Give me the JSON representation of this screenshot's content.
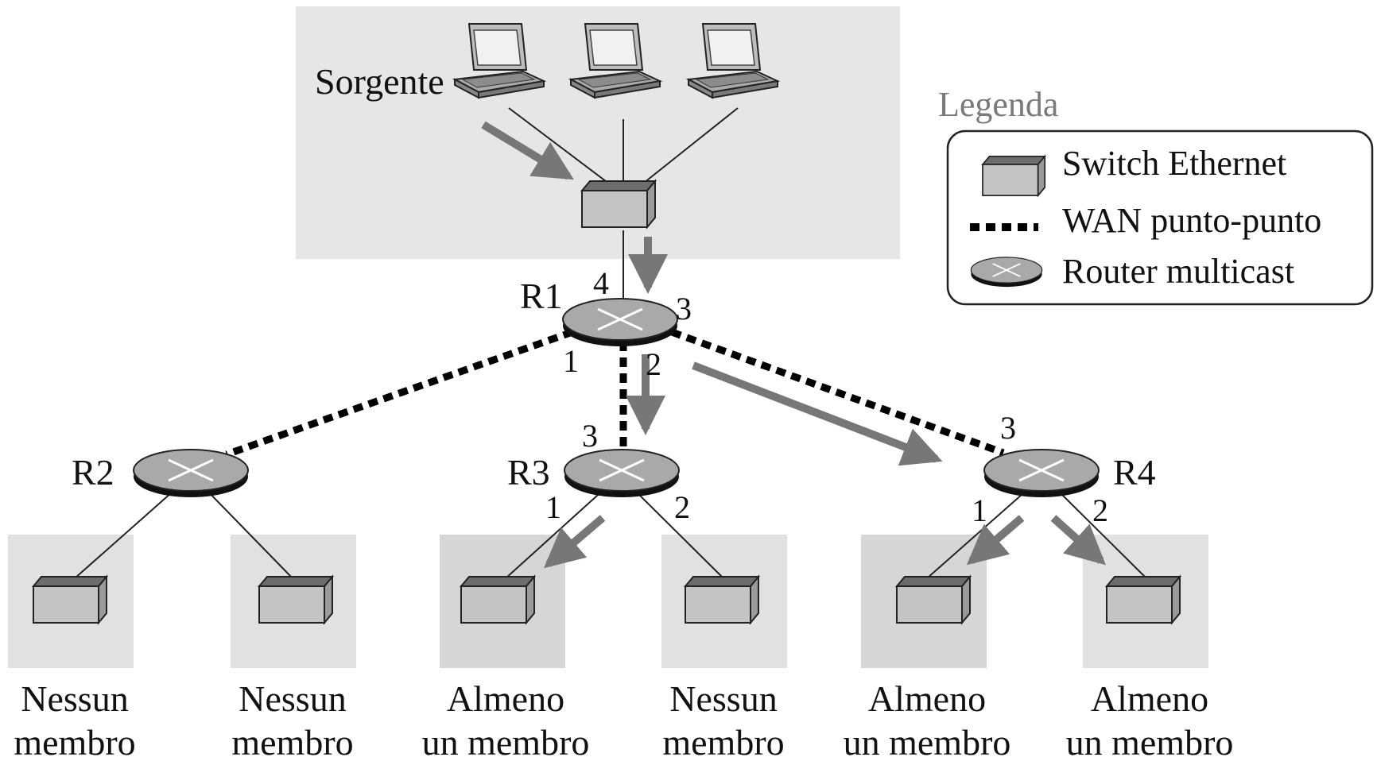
{
  "source": {
    "label": "Sorgente"
  },
  "routers": {
    "r1": {
      "label": "R1",
      "ports": [
        "1",
        "2",
        "3",
        "4"
      ]
    },
    "r2": {
      "label": "R2"
    },
    "r3": {
      "label": "R3",
      "ports": [
        "3",
        "1",
        "2"
      ]
    },
    "r4": {
      "label": "R4",
      "ports": [
        "3",
        "1",
        "2"
      ]
    }
  },
  "lans": [
    {
      "line1": "Nessun",
      "line2": "membro"
    },
    {
      "line1": "Nessun",
      "line2": "membro"
    },
    {
      "line1": "Almeno",
      "line2": "un membro"
    },
    {
      "line1": "Nessun",
      "line2": "membro"
    },
    {
      "line1": "Almeno",
      "line2": "un membro"
    },
    {
      "line1": "Almeno",
      "line2": "un membro"
    }
  ],
  "legend": {
    "title": "Legenda",
    "items": [
      {
        "label": "Switch Ethernet",
        "icon": "switch-icon"
      },
      {
        "label": "WAN punto-punto",
        "icon": "wan-line-icon"
      },
      {
        "label": "Router multicast",
        "icon": "router-icon"
      }
    ]
  },
  "colors": {
    "shade": "#e6e6e6",
    "lan_shade": "#e1e1e1",
    "arrow": "#777777",
    "switch_front": "#c4c4c4",
    "switch_top": "#6d6d6d",
    "router_top": "#a9a9a9",
    "router_base": "#111111"
  }
}
